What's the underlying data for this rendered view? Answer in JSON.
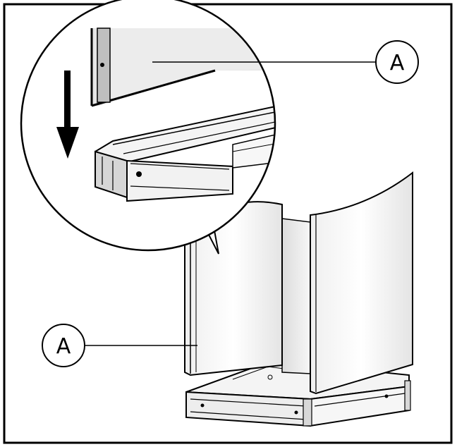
{
  "figure": {
    "callouts": [
      {
        "letter": "A",
        "target": "side-panel-top-edge-detail"
      },
      {
        "letter": "A",
        "target": "side-panel-assembly"
      }
    ],
    "arrow_direction": "down",
    "colors": {
      "line": "#000000",
      "panel_shade": "#e2e2e2",
      "background": "#ffffff"
    }
  }
}
